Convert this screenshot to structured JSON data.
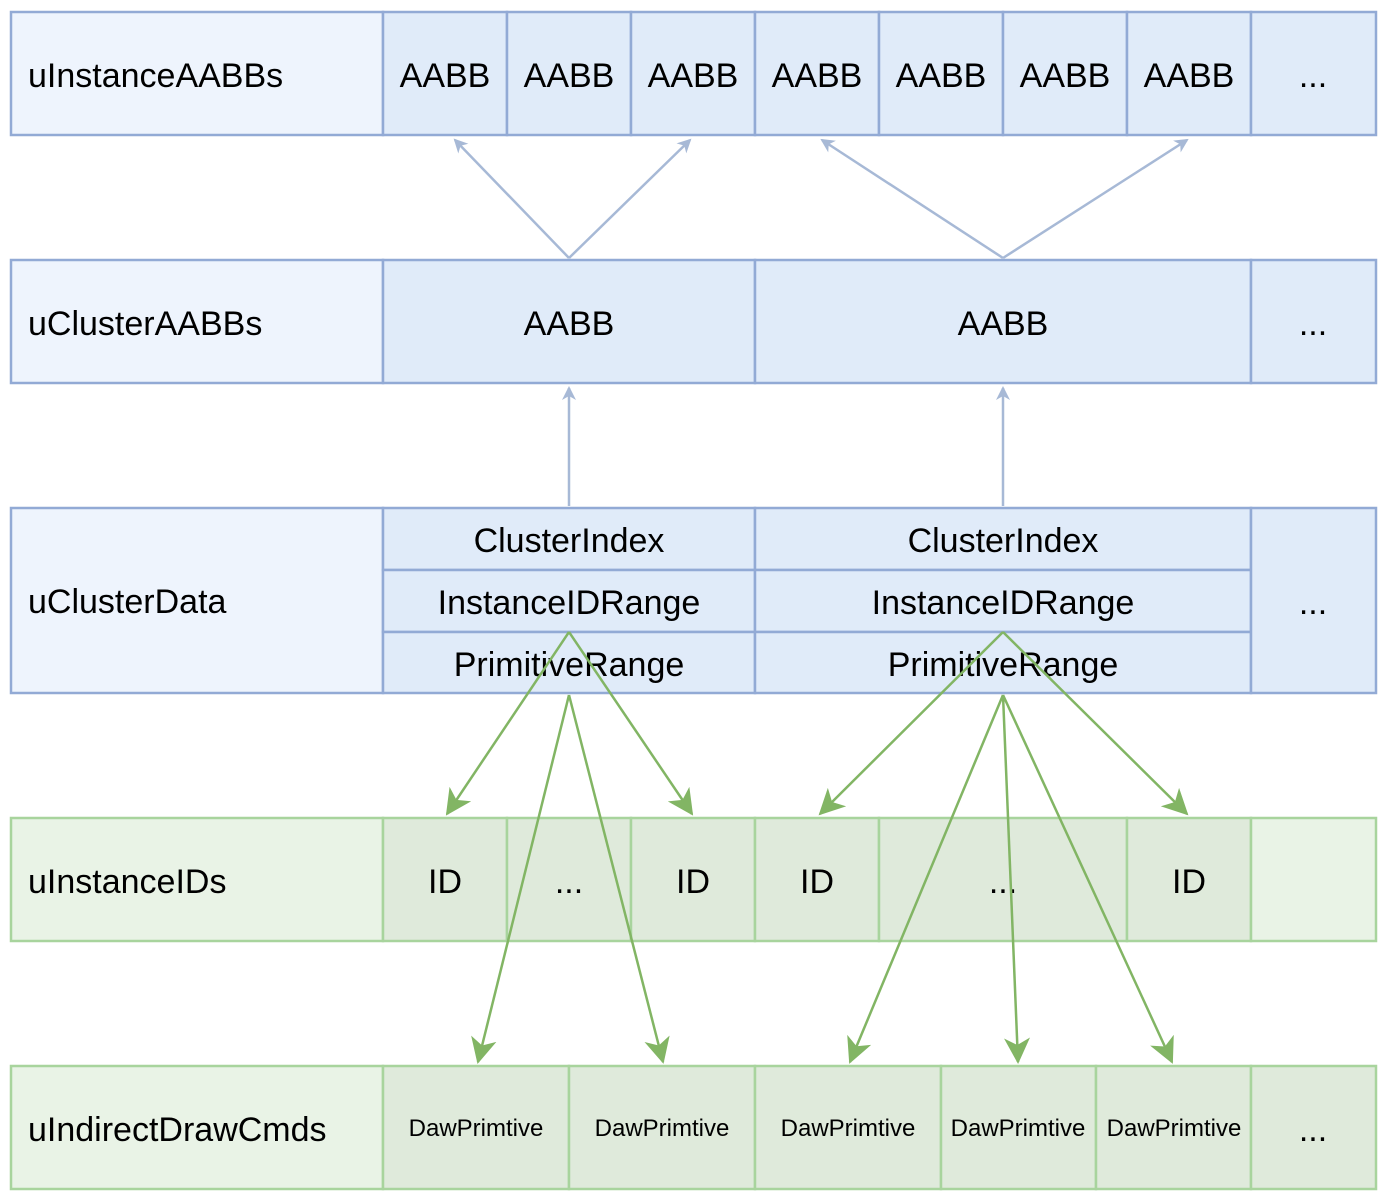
{
  "rows": {
    "instance_aabbs": {
      "label": "uInstanceAABBs",
      "cells": [
        "AABB",
        "AABB",
        "AABB",
        "AABB",
        "AABB",
        "AABB",
        "AABB",
        "..."
      ]
    },
    "cluster_aabbs": {
      "label": "uClusterAABBs",
      "cells": [
        "AABB",
        "AABB",
        "..."
      ]
    },
    "cluster_data": {
      "label": "uClusterData",
      "clusters": [
        {
          "cluster_index": "ClusterIndex",
          "instance_id_range": "InstanceIDRange",
          "primitive_range": "PrimitiveRange"
        },
        {
          "cluster_index": "ClusterIndex",
          "instance_id_range": "InstanceIDRange",
          "primitive_range": "PrimitiveRange"
        }
      ],
      "more": "..."
    },
    "instance_ids": {
      "label": "uInstanceIDs",
      "cells": [
        "ID",
        "...",
        "ID",
        "ID",
        "...",
        "ID",
        ""
      ]
    },
    "indirect_draw_cmds": {
      "label": "uIndirectDrawCmds",
      "cells": [
        "DawPrimtive",
        "DawPrimtive",
        "DawPrimtive",
        "DawPrimtive",
        "DawPrimtive",
        "..."
      ]
    }
  },
  "colors": {
    "blue_fill": "#e0ebf9",
    "blue_header_fill": "#eef4fd",
    "blue_stroke": "#92aad5",
    "blue_arrow": "#a7b9d6",
    "green_fill": "#dfeadb",
    "green_header_fill": "#e9f3e6",
    "green_stroke": "#a8d49d",
    "green_arrow": "#82b564"
  }
}
